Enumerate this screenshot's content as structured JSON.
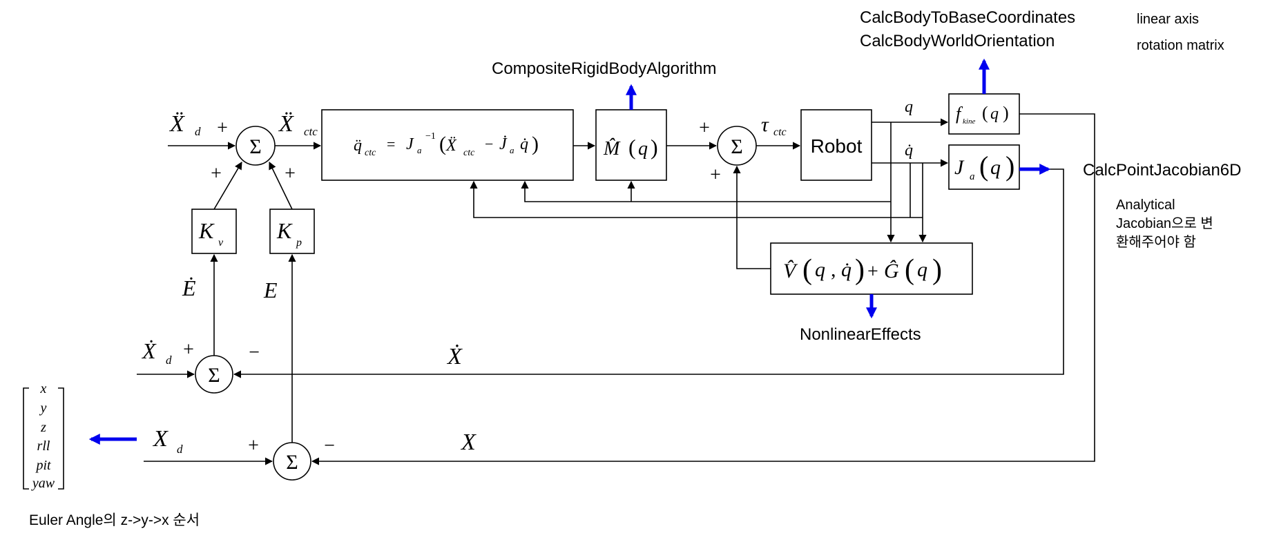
{
  "api": {
    "crba": "CompositeRigidBodyAlgorithm",
    "body_to_base": "CalcBodyToBaseCoordinates",
    "body_world_orient": "CalcBodyWorldOrientation",
    "point_jacobian": "CalcPointJacobian6D",
    "nonlinear": "NonlinearEffects"
  },
  "notes": {
    "linear_axis": "linear axis",
    "rotation_matrix": "rotation matrix",
    "analytical_line1": "Analytical",
    "analytical_line2": "Jacobian으로 변",
    "analytical_line3": "환해주어야 함",
    "euler": "Euler Angle의 z->y->x 순서"
  },
  "blocks": {
    "robot": "Robot",
    "sigma": "Σ"
  },
  "signs": {
    "plus": "+",
    "minus": "−"
  },
  "pose_vector": [
    "x",
    "y",
    "z",
    "rll",
    "pit",
    "yaw"
  ],
  "colors": {
    "annotation_arrow": "#0000ee",
    "line": "#000000"
  }
}
